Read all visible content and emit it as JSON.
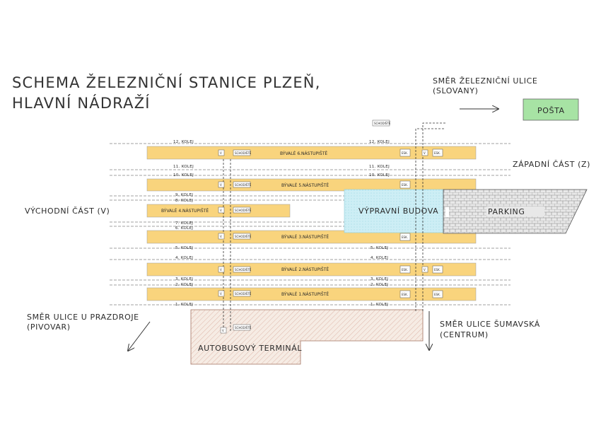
{
  "title_line1": "SCHEMA ŽELEZNIČNÍ STANICE PLZEŇ,",
  "title_line2": "HLAVNÍ NÁDRAŽÍ",
  "direction_north": {
    "line1": "SMĚR ŽELEZNIČNÍ ULICE",
    "line2": "(SLOVANY)"
  },
  "posta": "POŠTA",
  "zapadni": "ZÁPADNÍ ČÁST (Z)",
  "vychodni": "VÝCHODNÍ ČÁST (V)",
  "vypravni": "VÝPRAVNÍ BUDOVA",
  "parking": "PARKING",
  "autobus": "AUTOBUSOVÝ TERMINÁL",
  "direction_southwest": {
    "line1": "SMĚR ULICE U PRAZDROJE",
    "line2": "(PIVOVAR)"
  },
  "direction_south": {
    "line1": "SMĚR ULICE ŠUMAVSKÁ",
    "line2": "(CENTRUM)"
  },
  "tracks": {
    "k12": "12.   KOLEJ",
    "k11": "11.   KOLEJ",
    "k10": "10.   KOLEJ",
    "k9": "9.    KOLEJ",
    "k8": "8.    KOLEJ",
    "k7": "7.    KOLEJ",
    "k6": "6.    KOLEJ",
    "k5": "5.    KOLEJ",
    "k4": "4.    KOLEJ",
    "k3": "3.    KOLEJ",
    "k2": "2.    KOLEJ",
    "k1": "1.    KOLEJ"
  },
  "platforms": {
    "p6": "BÝVALÉ 6.NÁSTUPIŠTĚ",
    "p5": "BÝVALÉ 5.NÁSTUPIŠTĚ",
    "p4": "BÝVALÉ 4.NÁSTUPIŠTĚ",
    "p3": "BÝVALÉ 3.NÁSTUPIŠTĚ",
    "p2": "BÝVALÉ 2.NÁSTUPIŠTĚ",
    "p1": "BÝVALÉ 1.NÁSTUPIŠTĚ"
  },
  "icons": {
    "schodiste": "SCHODIŠTĚ",
    "vytah": "V",
    "eskalator": "ESK."
  },
  "colors": {
    "platform": "#f9d47d",
    "building": "#cdeef5",
    "terminal": "#f6ece4",
    "posta": "#a7e3a4",
    "track": "#444444"
  }
}
